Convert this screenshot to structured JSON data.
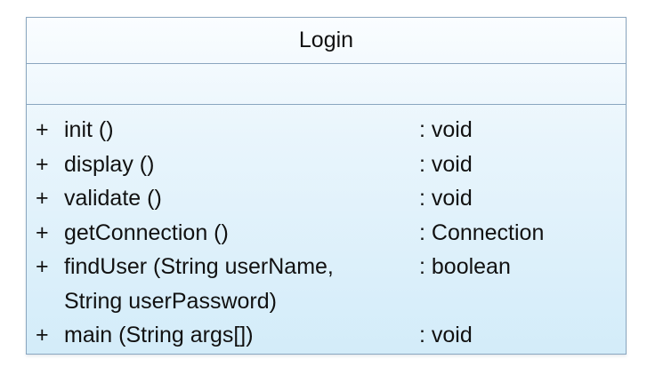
{
  "class": {
    "name": "Login",
    "attributes": [],
    "operations": [
      {
        "visibility": "+",
        "signature": [
          "init ()"
        ],
        "return_type": ": void"
      },
      {
        "visibility": "+",
        "signature": [
          "display ()"
        ],
        "return_type": ": void"
      },
      {
        "visibility": "+",
        "signature": [
          "validate ()"
        ],
        "return_type": ": void"
      },
      {
        "visibility": "+",
        "signature": [
          "getConnection ()"
        ],
        "return_type": ": Connection"
      },
      {
        "visibility": "+",
        "signature": [
          "findUser (String userName,",
          "String userPassword)"
        ],
        "return_type": ": boolean"
      },
      {
        "visibility": "+",
        "signature": [
          "main (String args[])"
        ],
        "return_type": ": void"
      }
    ]
  },
  "colors": {
    "border": "#8aa6bf",
    "fill_top": "#fafdff",
    "fill_bottom": "#d3ecf9",
    "text": "#111111"
  }
}
